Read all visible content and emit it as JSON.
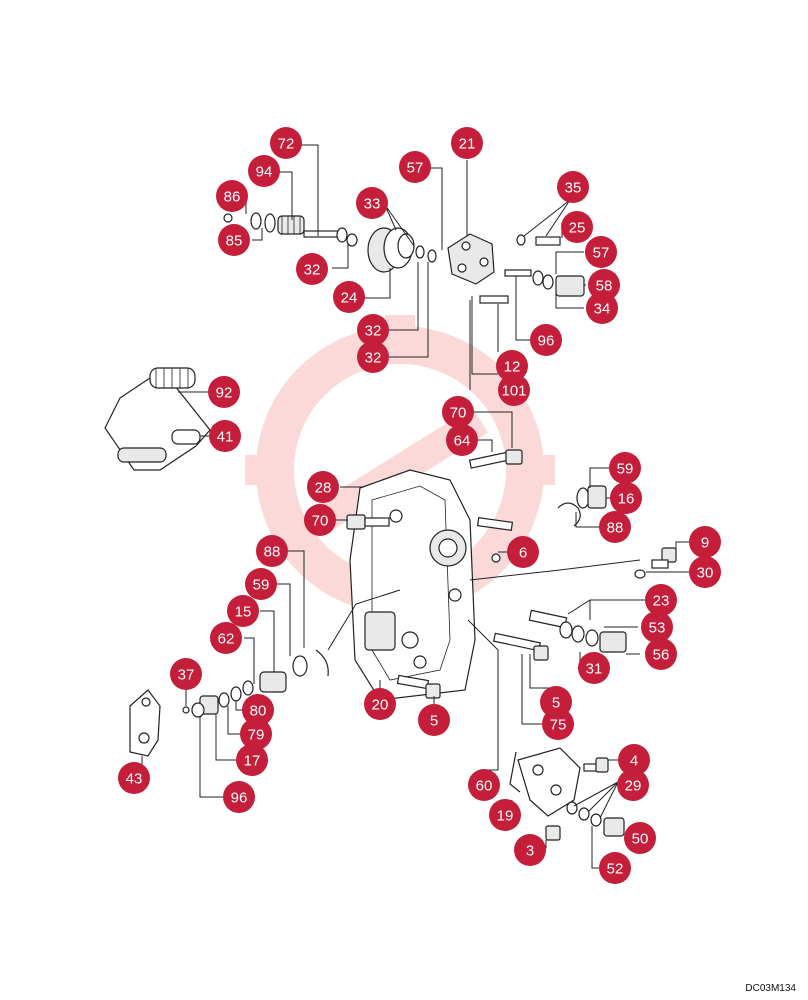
{
  "drawing_code": "DC03M134",
  "callout_color": "#c41e3a",
  "callouts": [
    "72",
    "94",
    "86",
    "85",
    "32",
    "33",
    "24",
    "32",
    "32",
    "57",
    "21",
    "35",
    "25",
    "57",
    "58",
    "34",
    "96",
    "12",
    "101",
    "92",
    "41",
    "70",
    "64",
    "28",
    "70",
    "59",
    "16",
    "88",
    "6",
    "9",
    "30",
    "88",
    "59",
    "15",
    "62",
    "23",
    "53",
    "56",
    "31",
    "37",
    "80",
    "79",
    "17",
    "96",
    "43",
    "20",
    "5",
    "5",
    "75",
    "60",
    "4",
    "29",
    "19",
    "50",
    "3",
    "52"
  ]
}
